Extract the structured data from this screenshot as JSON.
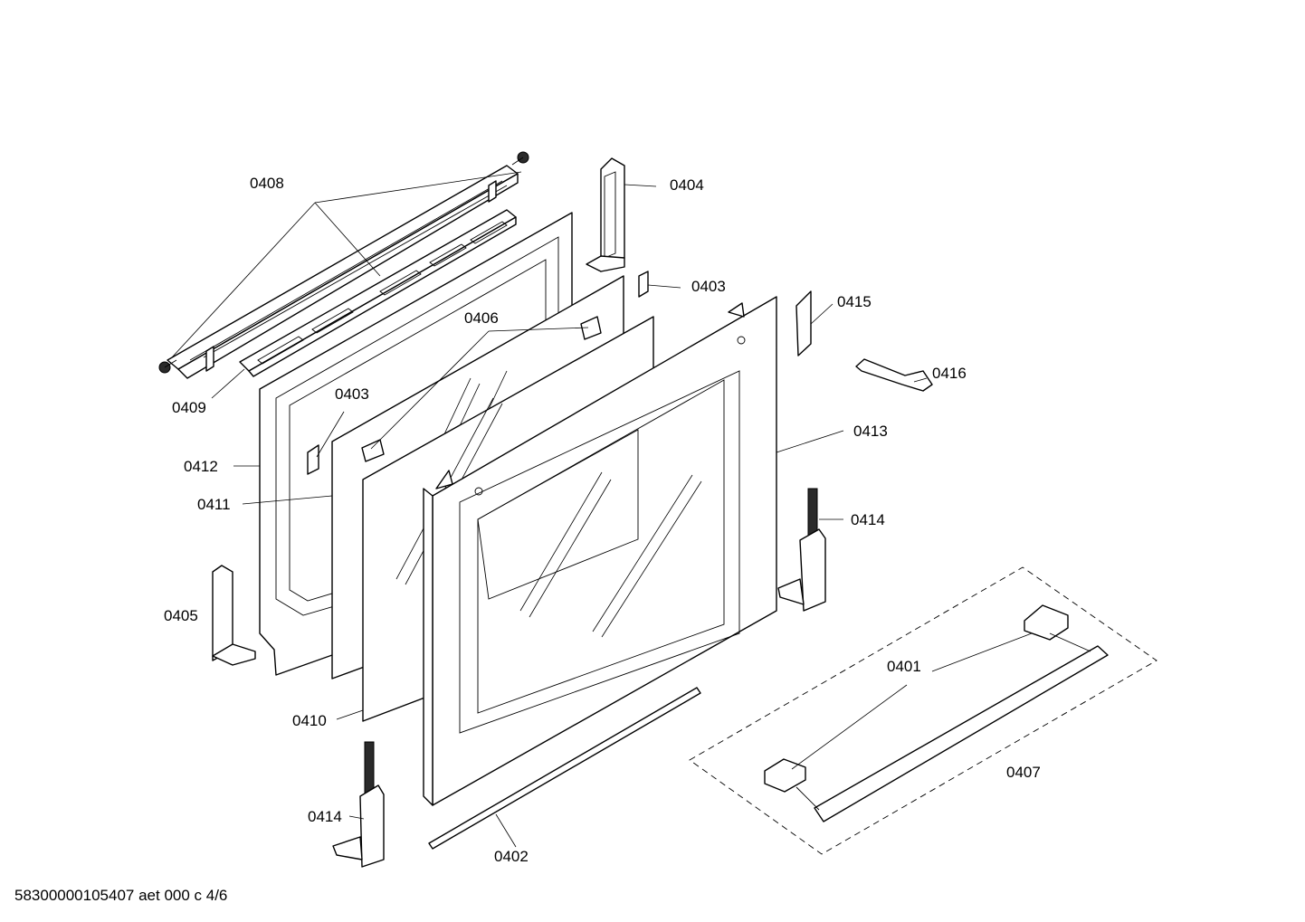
{
  "labels": {
    "p0401": "0401",
    "p0402": "0402",
    "p0403a": "0403",
    "p0403b": "0403",
    "p0404": "0404",
    "p0405": "0405",
    "p0406": "0406",
    "p0407": "0407",
    "p0408": "0408",
    "p0409": "0409",
    "p0410": "0410",
    "p0411": "0411",
    "p0412": "0412",
    "p0413": "0413",
    "p0414a": "0414",
    "p0414b": "0414",
    "p0415": "0415",
    "p0416": "0416"
  },
  "footer": {
    "code": "58300000105407 aet 000 c 4/6"
  }
}
